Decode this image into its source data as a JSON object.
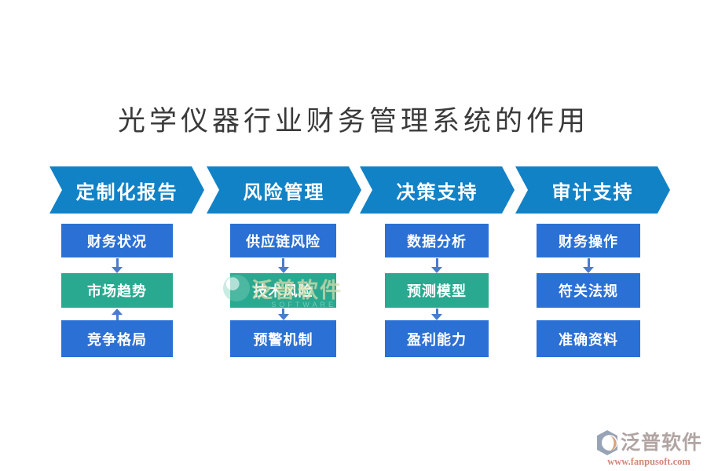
{
  "title": "光学仪器行业财务管理系统的作用",
  "colors": {
    "chevron_blue": "#1282c6",
    "box_blue": "#2b70d5",
    "teal": "#29a990",
    "arrow_blue": "#4a7ccd",
    "title_text": "#3a3a3a",
    "header_text": "#ffffff",
    "box_text": "#ffffff",
    "wm_brand": "#b1a5a3",
    "wm_url": "#d08878",
    "wm_logo_gray": "#98a4b6",
    "wm_logo_orange": "#d5a57f"
  },
  "columns": [
    {
      "header": "定制化报告",
      "boxes": [
        {
          "label": "财务状况",
          "variant": "blue"
        },
        {
          "label": "市场趋势",
          "variant": "teal"
        },
        {
          "label": "竞争格局",
          "variant": "blue"
        }
      ],
      "arrow1": "down",
      "arrow2": "up"
    },
    {
      "header": "风险管理",
      "boxes": [
        {
          "label": "供应链风险",
          "variant": "blue"
        },
        {
          "label": "技术风险",
          "variant": "teal"
        },
        {
          "label": "预警机制",
          "variant": "blue"
        }
      ],
      "arrow1": "down",
      "arrow2": "down"
    },
    {
      "header": "决策支持",
      "boxes": [
        {
          "label": "数据分析",
          "variant": "blue"
        },
        {
          "label": "预测模型",
          "variant": "teal"
        },
        {
          "label": "盈利能力",
          "variant": "blue"
        }
      ],
      "arrow1": "down",
      "arrow2": "down"
    },
    {
      "header": "审计支持",
      "boxes": [
        {
          "label": "财务操作",
          "variant": "blue"
        },
        {
          "label": "符关法规",
          "variant": "blue"
        },
        {
          "label": "准确资料",
          "variant": "blue"
        }
      ],
      "arrow1": "down",
      "arrow2": "none"
    }
  ],
  "watermark_center": {
    "brand": "泛普软件",
    "subtext": "SOFTWARE"
  },
  "watermark_footer": {
    "brand": "泛普软件",
    "url": "www.fanpusoft.com"
  }
}
